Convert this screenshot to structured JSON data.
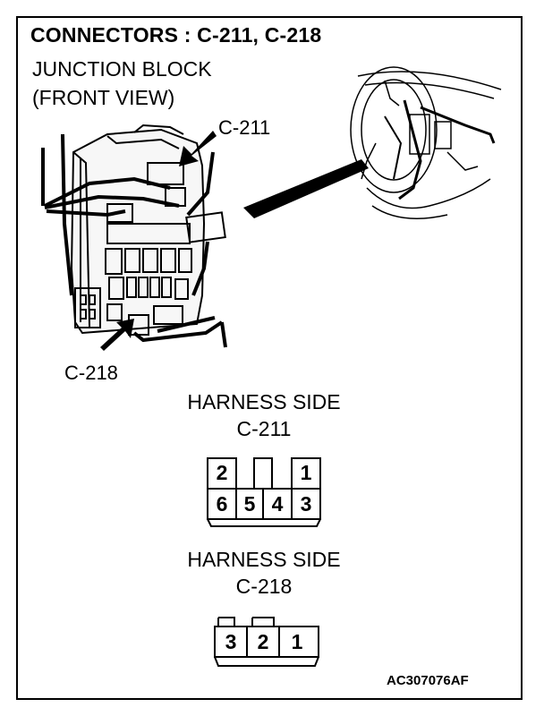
{
  "diagram": {
    "title": "CONNECTORS : C-211, C-218",
    "junction_block_line1": "JUNCTION BLOCK",
    "junction_block_line2": "(FRONT VIEW)",
    "callout_c211": "C-211",
    "callout_c218": "C-218",
    "harness_c211": {
      "heading": "HARNESS SIDE",
      "connector": "C-211",
      "pins_top": [
        "2",
        "",
        "1"
      ],
      "pins_bottom": [
        "6",
        "5",
        "4",
        "3"
      ]
    },
    "harness_c218": {
      "heading": "HARNESS SIDE",
      "connector": "C-218",
      "pins": [
        "3",
        "2",
        "1"
      ]
    },
    "figure_code": "AC307076AF"
  }
}
